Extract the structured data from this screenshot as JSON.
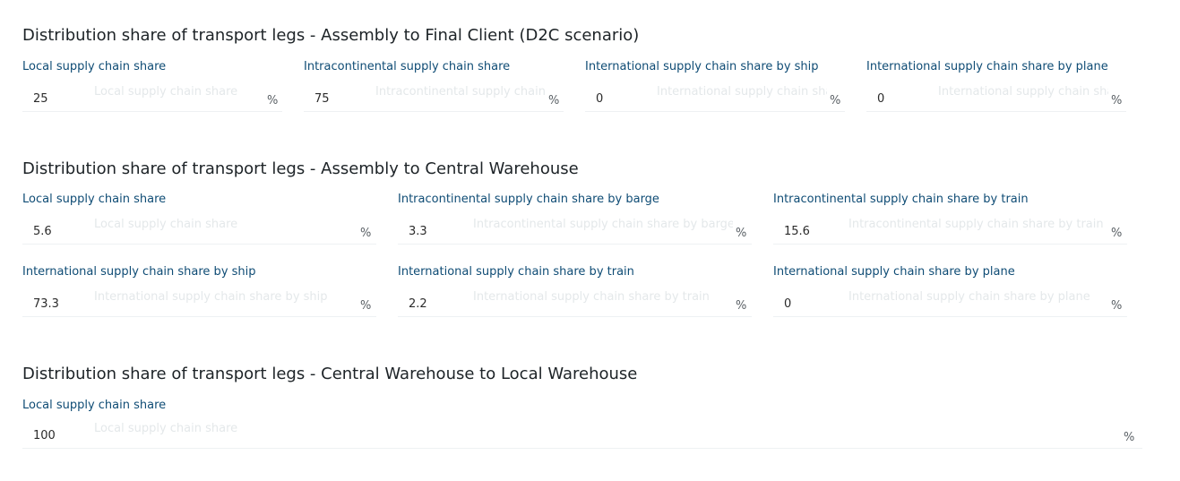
{
  "sections": [
    {
      "title": "Distribution share of transport legs - Assembly to Final Client (D2C scenario)",
      "fields": [
        {
          "label": "Local supply chain share",
          "value": "25",
          "placeholder": "Local supply chain share",
          "unit": "%"
        },
        {
          "label": "Intracontinental supply chain share",
          "value": "75",
          "placeholder": "Intracontinental supply chain share",
          "unit": "%"
        },
        {
          "label": "International supply chain share by ship",
          "value": "0",
          "placeholder": "International supply chain share by ship",
          "unit": "%"
        },
        {
          "label": "International supply chain share by plane",
          "value": "0",
          "placeholder": "International supply chain share by plane",
          "unit": "%"
        }
      ]
    },
    {
      "title": "Distribution share of transport legs - Assembly to Central Warehouse",
      "fields": [
        {
          "label": "Local supply chain share",
          "value": "5.6",
          "placeholder": "Local supply chain share",
          "unit": "%"
        },
        {
          "label": "Intracontinental supply chain share by barge",
          "value": "3.3",
          "placeholder": "Intracontinental supply chain share by barge",
          "unit": "%"
        },
        {
          "label": "Intracontinental supply chain share by train",
          "value": "15.6",
          "placeholder": "Intracontinental supply chain share by train",
          "unit": "%"
        },
        {
          "label": "International supply chain share by ship",
          "value": "73.3",
          "placeholder": "International supply chain share by ship",
          "unit": "%"
        },
        {
          "label": "International supply chain share by train",
          "value": "2.2",
          "placeholder": "International supply chain share by train",
          "unit": "%"
        },
        {
          "label": "International supply chain share by plane",
          "value": "0",
          "placeholder": "International supply chain share by plane",
          "unit": "%"
        }
      ]
    },
    {
      "title": "Distribution share of transport legs - Central Warehouse to Local Warehouse",
      "fields": [
        {
          "label": "Local supply chain share",
          "value": "100",
          "placeholder": "Local supply chain share",
          "unit": "%"
        }
      ]
    }
  ]
}
